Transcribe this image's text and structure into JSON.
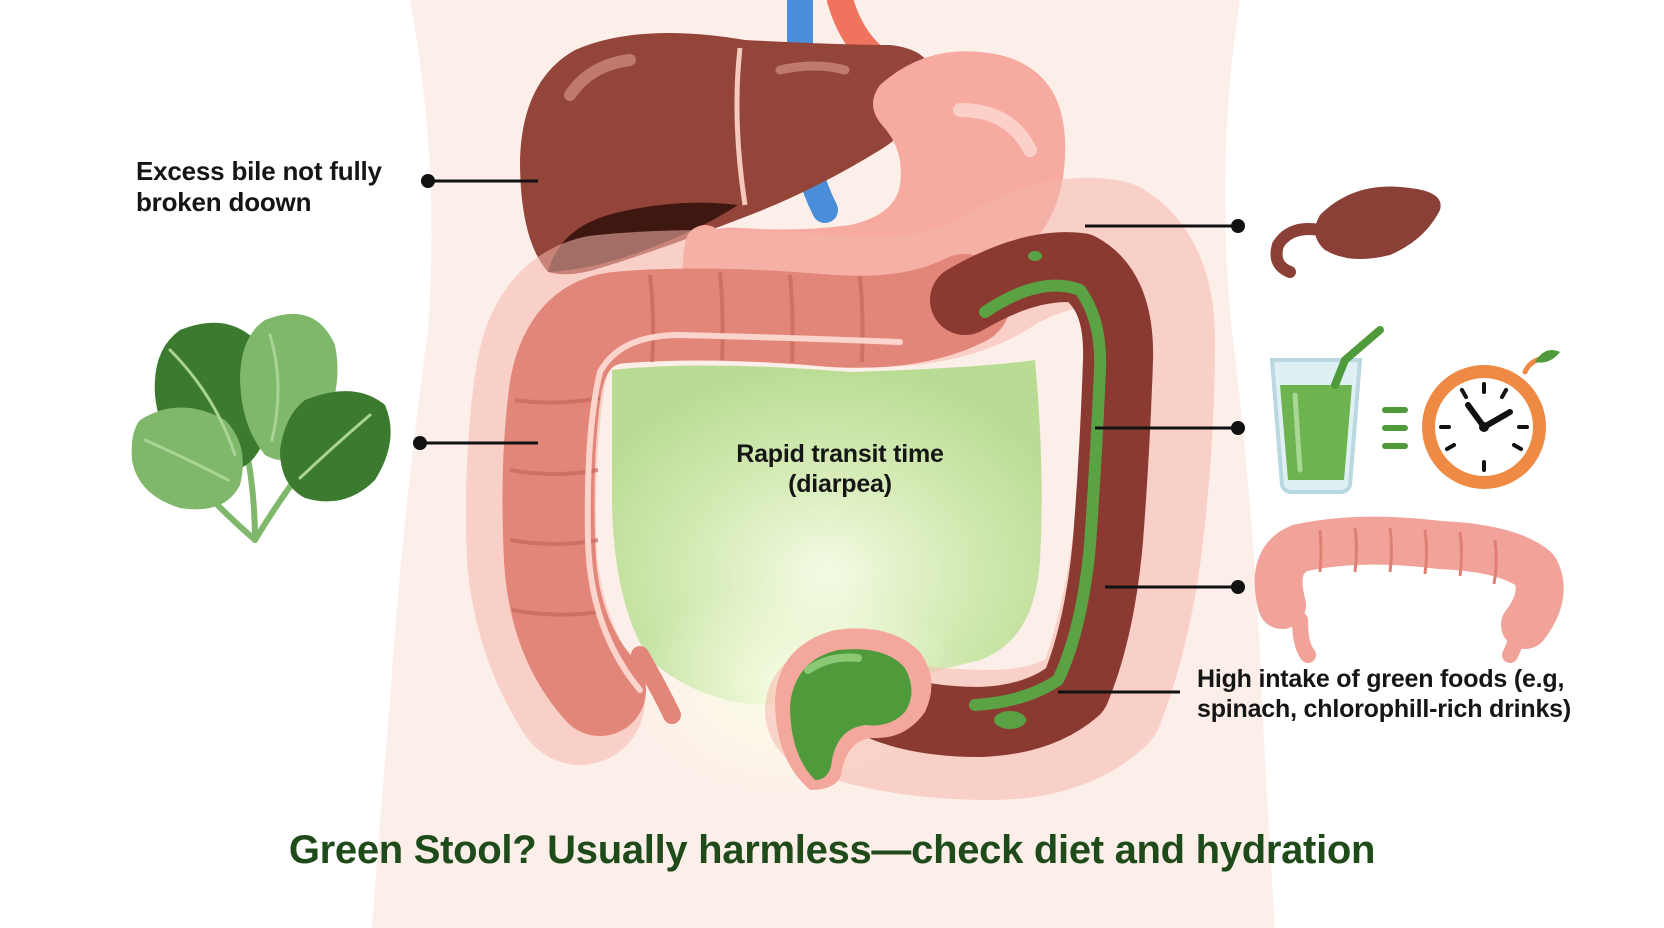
{
  "labels": {
    "bile": {
      "line1": "Excess bile not fully",
      "line2": "broken doown"
    },
    "transit": {
      "line1": "Rapid transit time",
      "line2": "(diarpea)"
    },
    "foods": {
      "line1": "High intake of green foods (e.g,",
      "line2": "spinach, chlorophill-rich drinks)"
    }
  },
  "footer": {
    "title": "Green Stool? Usually harmless—check diet and hydration"
  },
  "colors": {
    "background": "#ffffff",
    "body_tint": "#fcefe9",
    "liver": "#93453a",
    "stomach": "#f7aaa0",
    "colon": "#e3867a",
    "bowel_dark": "#8a3a31",
    "green_stool": "#4f9a3a",
    "glow": "#c7e2a0",
    "title": "#1f4a1a",
    "clock": "#ef8a45"
  },
  "icons": [
    "liver-icon",
    "stomach-icon",
    "intestine-icon",
    "spinach-icon",
    "gallbladder-icon",
    "green-drink-icon",
    "clock-icon",
    "small-colon-icon"
  ]
}
